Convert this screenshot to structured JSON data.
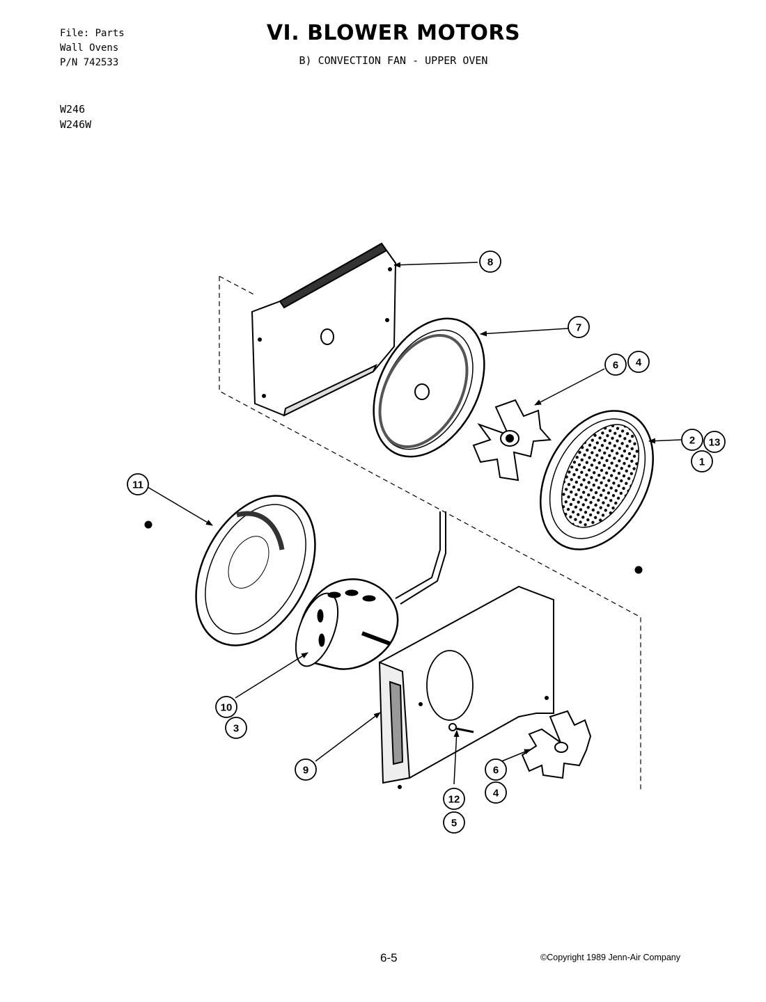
{
  "header": {
    "file_line1": "File: Parts",
    "file_line2": "Wall Ovens",
    "file_line3": "P/N 742533",
    "model1": "W246",
    "model2": "W246W",
    "title": "VI. BLOWER MOTORS",
    "subtitle": "B) CONVECTION FAN - UPPER OVEN"
  },
  "callouts": [
    "8",
    "7",
    "6",
    "4",
    "2",
    "13",
    "1",
    "11",
    "10",
    "3",
    "9",
    "12",
    "5",
    "6",
    "4"
  ],
  "footer": {
    "page_number": "6-5",
    "copyright": "©Copyright 1989 Jenn-Air Company"
  }
}
